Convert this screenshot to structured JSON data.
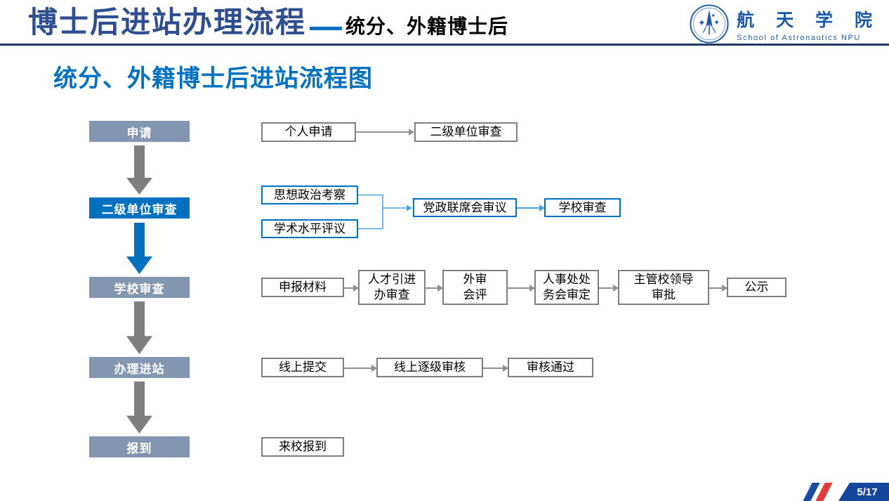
{
  "header": {
    "title": "博士后进站办理流程",
    "subtitle_tag": "统分、外籍博士后",
    "logo_cn": "航 天 学 院",
    "logo_en": "School of Astronautics NPU"
  },
  "section_title": "统分、外籍博士后进站流程图",
  "stages": [
    {
      "label": "申请"
    },
    {
      "label": "二级单位审查"
    },
    {
      "label": "学校审查"
    },
    {
      "label": "办理进站"
    },
    {
      "label": "报到"
    }
  ],
  "rows": {
    "apply": [
      "个人申请",
      "二级单位审查"
    ],
    "unit_review": {
      "inputs": [
        "思想政治考察",
        "学术水平评议"
      ],
      "meeting": "党政联席会审议",
      "school": "学校审查"
    },
    "school_review": [
      [
        "申报材料"
      ],
      [
        "人才引进",
        "办审查"
      ],
      [
        "外审",
        "会评"
      ],
      [
        "人事处处",
        "务会审定"
      ],
      [
        "主管校领导",
        "审批"
      ],
      [
        "公示"
      ]
    ],
    "station_entry": [
      "线上提交",
      "线上逐级审核",
      "审核通过"
    ],
    "report": [
      "来校报到"
    ]
  },
  "footer": {
    "page": "5/17"
  },
  "colors": {
    "title_blue": "#2F4E8F",
    "accent_blue": "#0070C0",
    "header_navy": "#203A64",
    "logo_blue": "#1E5AA8",
    "stage_gray": "#8496B0",
    "box_gray": "#7F7F7F",
    "arrow_gray": "#909090",
    "block_gray": "#7F7F7F",
    "connector_blue": "#4DA3DD",
    "footer_blue": "#1A4CA3",
    "footer_red": "#E03C3C",
    "footer_bar": "#15459C"
  }
}
